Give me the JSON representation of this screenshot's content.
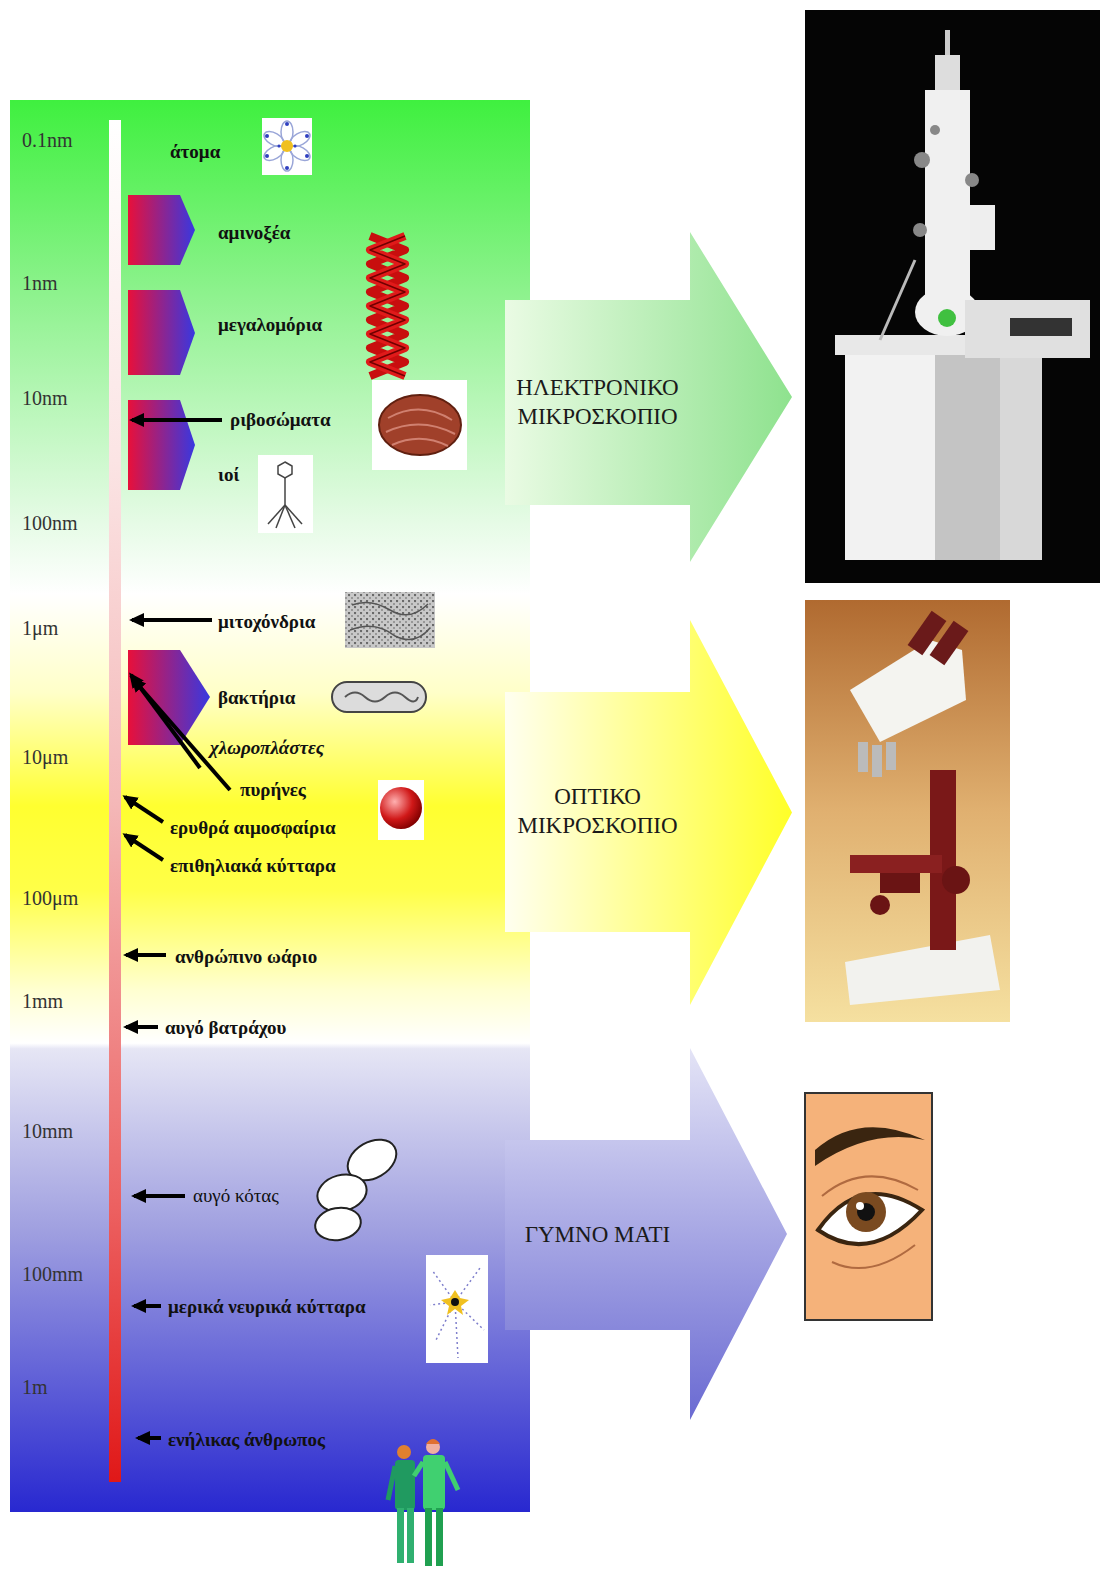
{
  "diagram": {
    "nodes": [
      {
        "text": [
          "ΗΛΕΚΤΡΟΝΙΚΟ ΜΙΚΡΟΣΚΟΠΙΟ"
        ]
      },
      {
        "text": [
          "ΟΠΤΙΚΟ ΜΙΚΡΟΣΚΟΠΙΟ"
        ]
      },
      {
        "text": [
          "ΓΥΜΝΟ ΜΑΤΙ"
        ]
      }
    ],
    "labels": [
      "0.1nm",
      "1nm",
      "10nm",
      "100nm",
      "1μm",
      "10μm",
      "100μm",
      "1mm",
      "10mm",
      "100mm",
      "1m",
      "άτομα",
      "αμινοξέα",
      "μεγαλομόρια",
      "ριβοσώματα",
      "ιοί",
      "μιτοχόνδρια",
      "βακτήρια",
      "χλωροπλάστες",
      "πυρήνες",
      "ερυθρά αιμοσφαίρια",
      "επιθηλιακά κύτταρα",
      "ανθρώπινο ωάριο",
      "αυγό βατράχου",
      "αυγό κότας",
      "μερικά νευρικά κύτταρα",
      "ενήλικας άνθρωπος"
    ]
  }
}
